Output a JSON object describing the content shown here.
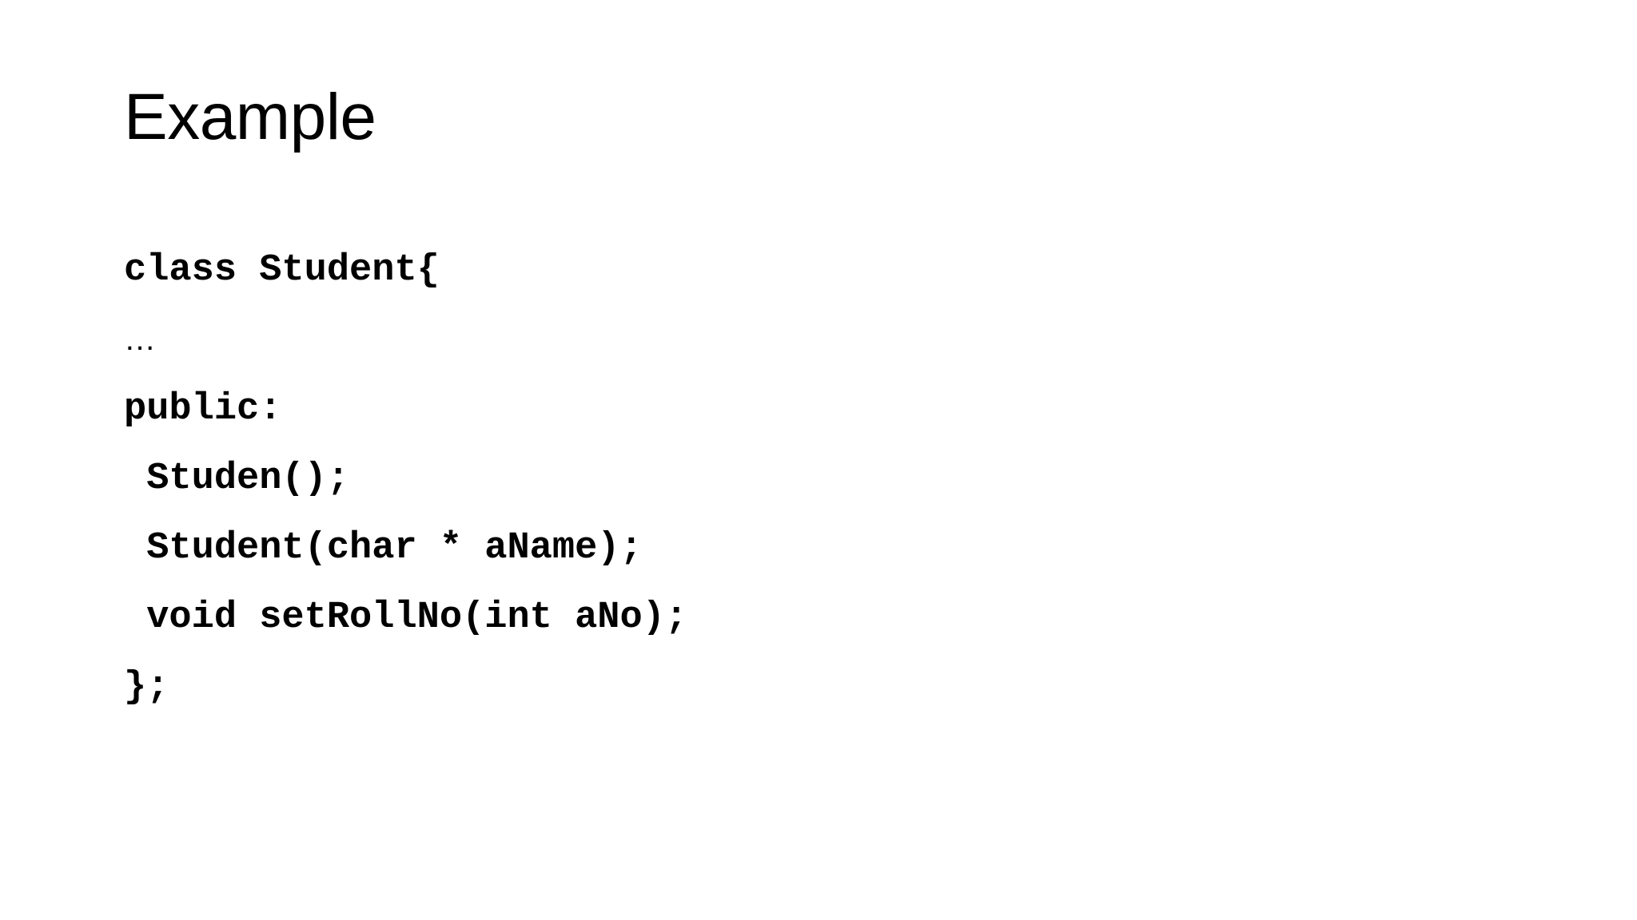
{
  "slide": {
    "title": "Example",
    "background_color": "#ffffff",
    "text_color": "#000000",
    "code": {
      "language": "cpp",
      "lines": [
        {
          "text": "class Student{",
          "indent": 0,
          "style": "mono"
        },
        {
          "text": "…",
          "indent": 0,
          "style": "ellipsis"
        },
        {
          "text": "public:",
          "indent": 0,
          "style": "mono"
        },
        {
          "text": " Studen();",
          "indent": 1,
          "style": "mono"
        },
        {
          "text": " Student(char * aName);",
          "indent": 1,
          "style": "mono"
        },
        {
          "text": " void setRollNo(int aNo);",
          "indent": 1,
          "style": "mono"
        },
        {
          "text": "};",
          "indent": 0,
          "style": "mono"
        }
      ]
    }
  }
}
